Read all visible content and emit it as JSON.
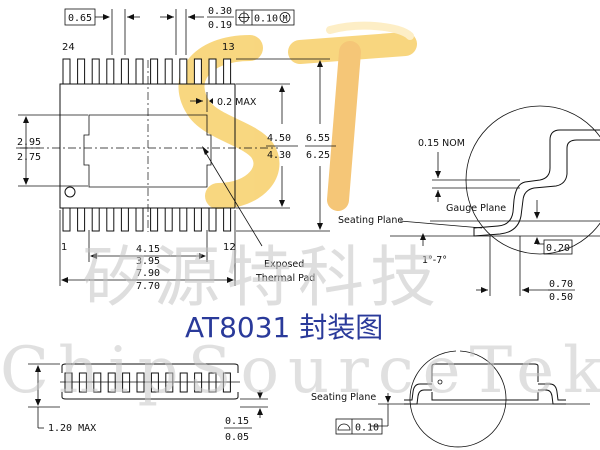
{
  "title": "AT8031 封装图",
  "watermark": {
    "cn": "矽源特科技",
    "en": "ChipSourceTek",
    "logo_letters": "ST"
  },
  "pins": {
    "top_left": "24",
    "top_right": "13",
    "bottom_left": "1",
    "bottom_right": "12"
  },
  "pin_count_per_side": 12,
  "labels": {
    "exposed_pad": "Exposed",
    "exposed_pad_2": "Thermal Pad",
    "seating_plane": "Seating Plane",
    "seating_plane_side": "Seating Plane",
    "gauge_plane": "Gauge Plane",
    "max_note": "0.2 MAX"
  },
  "dims": {
    "pitch": "0.65",
    "lead_w_top": "0.30",
    "lead_w_bot": "0.19",
    "pos_tol": "0.10",
    "pos_tol_mod": "M",
    "pad_h_top": "4.50",
    "pad_h_bot": "4.30",
    "total_h_top": "6.55",
    "total_h_bot": "6.25",
    "pad_v_top": "2.95",
    "pad_v_bot": "2.75",
    "pad_len_top": "4.15",
    "pad_len_bot": "3.95",
    "body_len_top": "7.90",
    "body_len_bot": "7.70",
    "nom": "0.15 NOM",
    "gauge": "0.20",
    "angle": "1°-7°",
    "foot_top": "0.70",
    "foot_bot": "0.50",
    "height_max": "1.20  MAX",
    "standoff_top": "0.15",
    "standoff_bot": "0.05",
    "coplanarity": "0.10"
  },
  "colors": {
    "ink": "#111111",
    "title": "#2a3a9a",
    "watermark": "#c4c4c4",
    "logo_yellow": "#f6c955",
    "logo_orange": "#f2a23a"
  }
}
